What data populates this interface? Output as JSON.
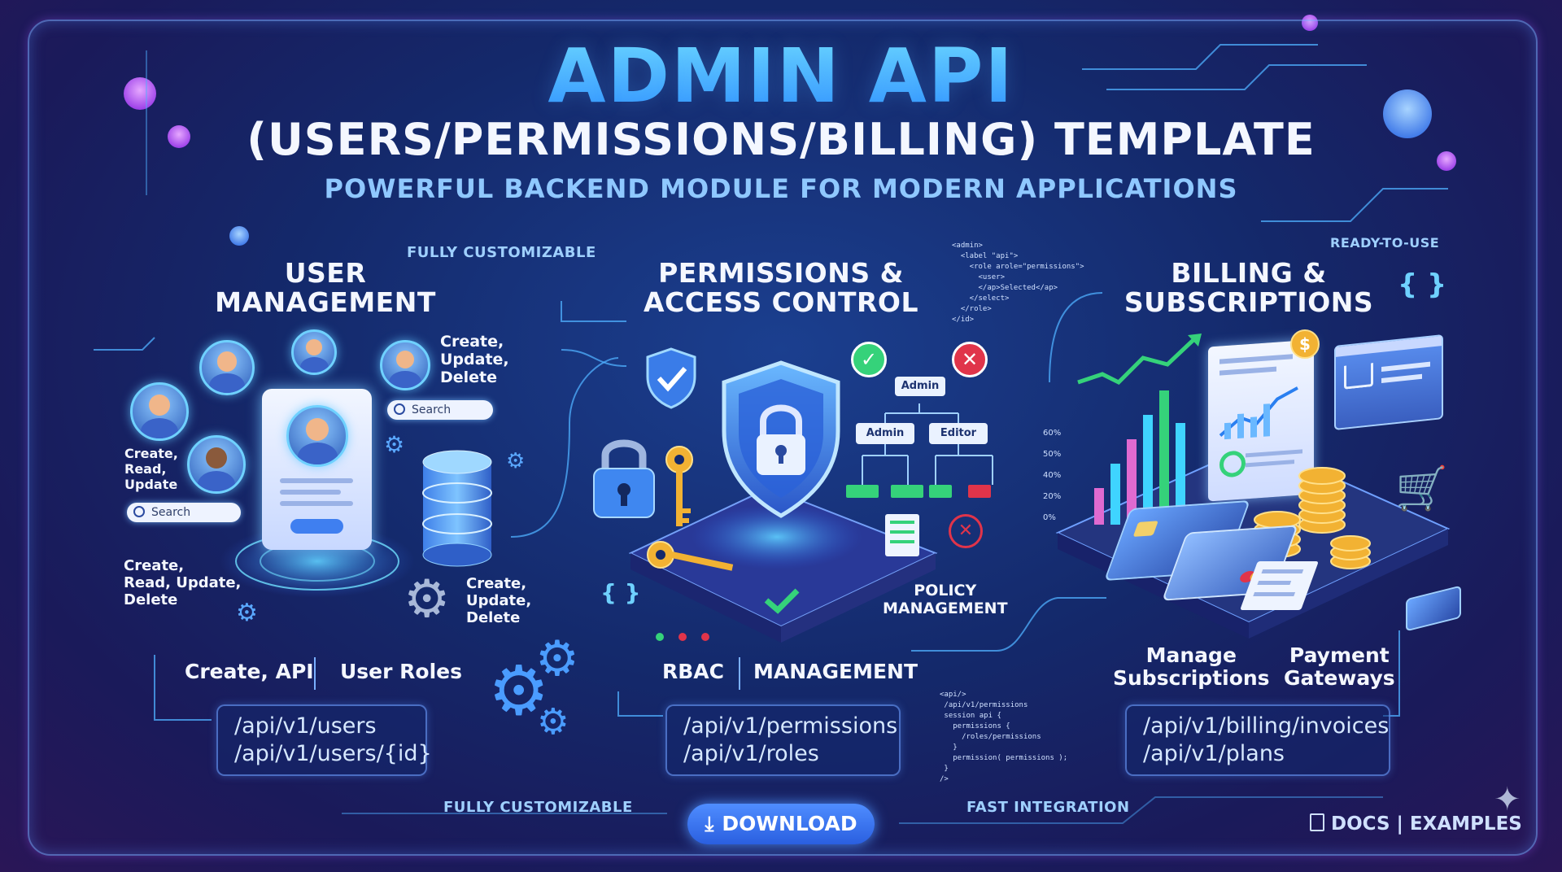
{
  "header": {
    "title": "ADMIN API",
    "subtitle": "(USERS/PERMISSIONS/BILLING) TEMPLATE",
    "tagline": "POWERFUL BACKEND MODULE FOR MODERN APPLICATIONS"
  },
  "badges": {
    "top_left": "FULLY CUSTOMIZABLE",
    "top_right": "READY-TO-USE",
    "bottom_left": "FULLY CUSTOMIZABLE",
    "bottom_right": "FAST INTEGRATION"
  },
  "users": {
    "title_line1": "USER",
    "title_line2": "MANAGEMENT",
    "crud_top": [
      "Create,",
      "Update,",
      "Delete"
    ],
    "crud_left": [
      "Create,",
      "Read,",
      "Update"
    ],
    "crud_bottom_left": [
      "Create,",
      "Read, Update,",
      "Delete"
    ],
    "crud_bottom_right": [
      "Create,",
      "Update,",
      "Delete"
    ],
    "search_placeholder_1": "Search",
    "search_placeholder_2": "Search",
    "footer_left": "Create, API",
    "footer_right": "User Roles",
    "endpoints": [
      "/api/v1/users",
      "/api/v1/users/{id}"
    ]
  },
  "permissions": {
    "title_line1": "PERMISSIONS &",
    "title_line2": "ACCESS CONTROL",
    "tree_root": "Admin",
    "tree_left": "Admin",
    "tree_right": "Editor",
    "policy_line1": "POLICY",
    "policy_line2": "MANAGEMENT",
    "footer_left": "RBAC",
    "footer_right": "MANAGEMENT",
    "endpoints": [
      "/api/v1/permissions",
      "/api/v1/roles"
    ]
  },
  "billing": {
    "title_line1": "BILLING &",
    "title_line2": "SUBSCRIPTIONS",
    "axis_ticks": [
      "60%",
      "50%",
      "40%",
      "20%",
      "0%"
    ],
    "footer_left_line1": "Manage",
    "footer_left_line2": "Subscriptions",
    "footer_right_line1": "Payment",
    "footer_right_line2": "Gateways",
    "endpoints": [
      "/api/v1/billing/invoices",
      "/api/v1/plans"
    ]
  },
  "footer": {
    "download_label": "DOWNLOAD",
    "docs_label": "DOCS | EXAMPLES"
  },
  "colors": {
    "accent": "#2d8fff",
    "title_top": "#6fdcff",
    "success": "#35d27a",
    "danger": "#e0344a",
    "gold": "#f2b233"
  }
}
